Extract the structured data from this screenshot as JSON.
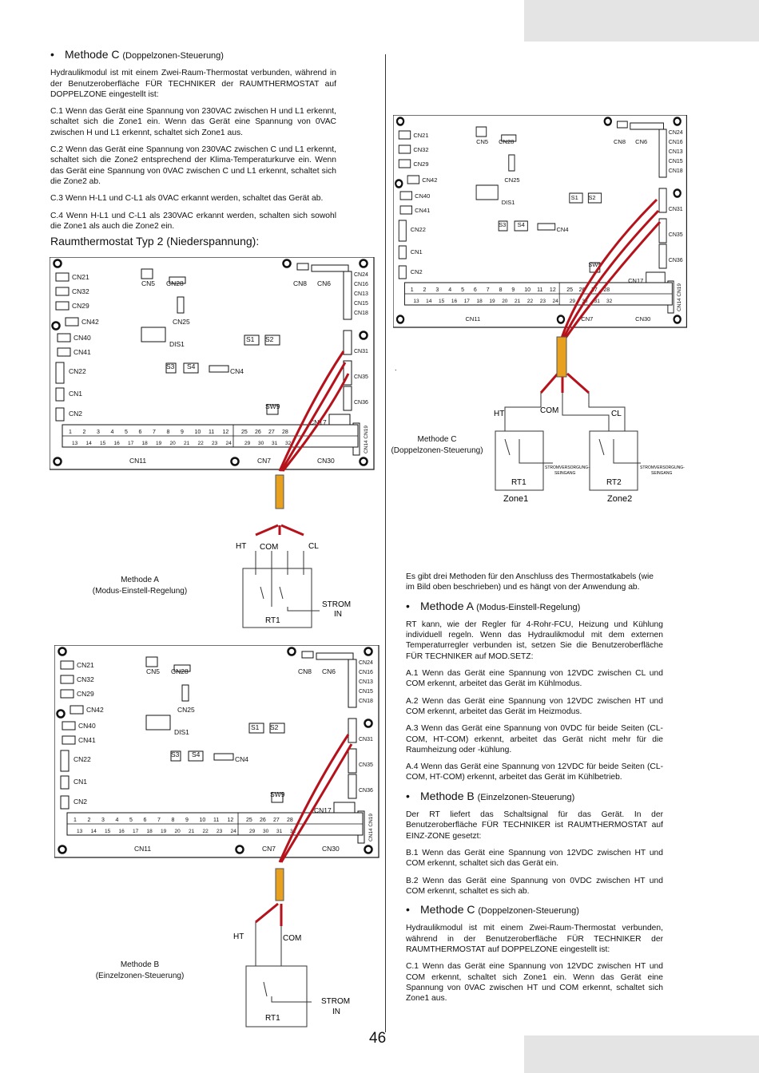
{
  "left_column": {
    "heading": {
      "title": "Methode C",
      "sub": "(Doppelzonen-Steuerung)"
    },
    "paragraphs": [
      "Hydraulikmodul ist mit einem Zwei-Raum-Thermostat verbunden, während in der Benutzeroberfläche FÜR TECHNIKER der RAUMTHERMOSTAT auf DOPPELZONE eingestellt ist:",
      "C.1 Wenn das Gerät eine Spannung von 230VAC zwischen H und L1 erkennt, schaltet sich die Zone1 ein. Wenn das Gerät eine Spannung von 0VAC zwischen H und L1 erkennt, schaltet sich Zone1 aus.",
      "C.2 Wenn das Gerät eine Spannung von 230VAC zwischen C und L1 erkennt, schaltet sich die Zone2 entsprechend der Klima-Temperaturkurve ein. Wenn das Gerät eine Spannung von 0VAC zwischen C und L1 erkennt, schaltet sich die Zone2 ab.",
      "C.3 Wenn H-L1 und C-L1 als 0VAC erkannt werden, schaltet das Gerät ab.",
      "C.4 Wenn H-L1 und C-L1 als 230VAC erkannt werden, schalten sich sowohl die Zone1 als auch die Zone2 ein."
    ],
    "subheading": "Raumthermostat Typ 2 (Niederspannung):"
  },
  "board_labels": {
    "left_connectors": [
      "CN21",
      "CN32",
      "CN29",
      "CN42",
      "CN40",
      "CN41",
      "CN22",
      "CN1",
      "CN2"
    ],
    "top": [
      "CN5",
      "CN28",
      "CN8",
      "CN6",
      "CN25",
      "DIS1",
      "S1",
      "S2",
      "S3",
      "S4",
      "CN4",
      "SW9",
      "CN17"
    ],
    "right_connectors": [
      "CN24",
      "CN16",
      "CN13",
      "CN15",
      "CN18",
      "CN31",
      "CN35",
      "CN36"
    ],
    "side": "CN14 CN19",
    "bottom": [
      "CN11",
      "CN7",
      "CN30"
    ],
    "terminals_top": [
      "1",
      "2",
      "3",
      "4",
      "5",
      "6",
      "7",
      "8",
      "9",
      "10",
      "11",
      "12",
      "25",
      "26",
      "27",
      "28"
    ],
    "terminals_bottom": [
      "13",
      "14",
      "15",
      "16",
      "17",
      "18",
      "19",
      "20",
      "21",
      "22",
      "23",
      "24",
      "29",
      "30",
      "31",
      "32"
    ]
  },
  "diagram_a": {
    "wires": [
      "HT",
      "COM",
      "CL"
    ],
    "thermostat": "RT1",
    "power": [
      "STROM",
      "IN"
    ],
    "caption": [
      "Methode A",
      "(Modus-Einstell-Regelung)"
    ]
  },
  "diagram_b": {
    "wires": [
      "HT",
      "COM"
    ],
    "thermostat": "RT1",
    "power": [
      "STROM",
      "IN"
    ],
    "caption": [
      "Methode B",
      "(Einzelzonen-Steuerung)"
    ]
  },
  "diagram_c": {
    "wires": [
      "HT",
      "COM",
      "CL"
    ],
    "thermostats": [
      "RT1",
      "RT2"
    ],
    "zones": [
      "Zone1",
      "Zone2"
    ],
    "power_small": [
      "STROMVERSORGUNG-",
      "SEINGANG"
    ],
    "caption": [
      "Methode C",
      "(Doppelzonen-Steuerung)"
    ],
    "dot": "."
  },
  "right_column": {
    "intro": "Es gibt drei Methoden für den Anschluss des Thermostatkabels (wie im Bild oben beschrieben) und es hängt von der Anwendung ab.",
    "method_a": {
      "title": "Methode A",
      "sub": "(Modus-Einstell-Regelung)",
      "paragraphs": [
        "RT kann, wie der Regler für 4-Rohr-FCU, Heizung und Kühlung individuell regeln. Wenn das Hydraulikmodul mit dem externen Temperaturregler verbunden ist, setzen Sie die Benutzeroberfläche FÜR TECHNIKER auf MOD.SETZ:",
        "A.1 Wenn das Gerät eine Spannung von 12VDC zwischen CL und COM erkennt, arbeitet das Gerät im Kühlmodus.",
        "A.2 Wenn das Gerät eine Spannung von 12VDC zwischen HT und COM erkennt, arbeitet das Gerät im Heizmodus.",
        "A.3 Wenn das Gerät eine Spannung von 0VDC für beide Seiten (CL-COM, HT-COM) erkennt, arbeitet das Gerät nicht mehr für die Raumheizung oder -kühlung.",
        "A.4 Wenn das Gerät eine Spannung von 12VDC für beide Seiten (CL-COM, HT-COM) erkennt, arbeitet das Gerät im Kühlbetrieb."
      ]
    },
    "method_b": {
      "title": "Methode B",
      "sub": "(Einzelzonen-Steuerung)",
      "paragraphs": [
        "Der RT liefert das Schaltsignal für das Gerät. In der Benutzeroberfläche FÜR TECHNIKER ist RAUMTHERMOSTAT auf EINZ-ZONE gesetzt:",
        "B.1 Wenn das Gerät eine Spannung von 12VDC zwischen HT und COM erkennt, schaltet sich das Gerät ein.",
        "B.2 Wenn das Gerät eine Spannung von 0VDC zwischen HT und COM erkennt, schaltet es sich ab."
      ]
    },
    "method_c": {
      "title": "Methode C",
      "sub": "(Doppelzonen-Steuerung)",
      "paragraphs": [
        "Hydraulikmodul ist mit einem Zwei-Raum-Thermostat verbunden, während in der Benutzeroberfläche FÜR TECHNIKER der RAUMTHERMOSTAT auf DOPPELZONE eingestellt ist:",
        "C.1 Wenn das Gerät eine Spannung von 12VDC zwischen HT und COM erkennt, schaltet sich Zone1 ein. Wenn das Gerät eine Spannung von 0VAC zwischen HT und COM erkennt, schaltet sich Zone1 aus."
      ]
    }
  },
  "page_number": "46",
  "colors": {
    "wire": "#b5121b",
    "sleeve": "#e8a020",
    "band": "#e4e4e4"
  }
}
